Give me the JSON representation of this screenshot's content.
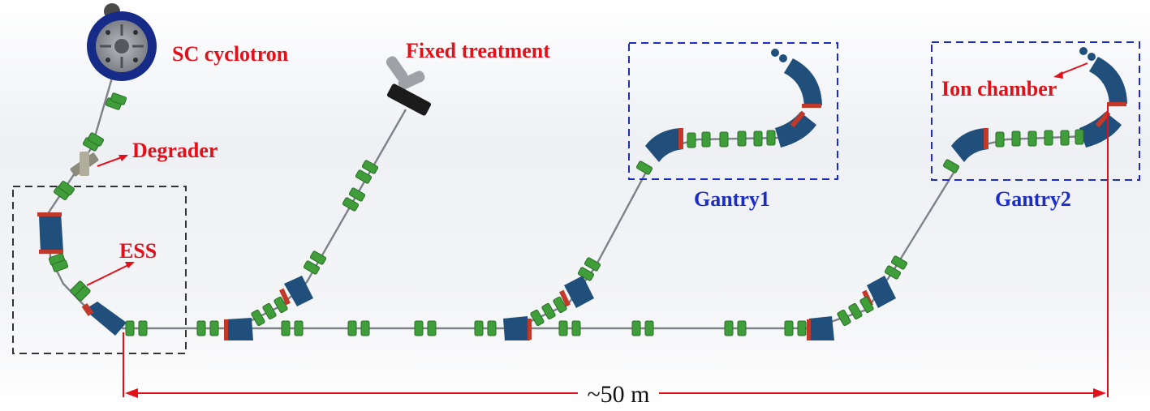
{
  "labels": {
    "cyclotron": "SC cyclotron",
    "degrader": "Degrader",
    "ess": "ESS",
    "fixed_treatment": "Fixed treatment",
    "gantry1": "Gantry1",
    "gantry2": "Gantry2",
    "ion_chamber": "Ion chamber",
    "distance": "~50 m"
  },
  "colors": {
    "label_red": "#e3101a",
    "label_blue": "#1a2dc9",
    "dipole": "#1f4f7a",
    "quadrupole": "#3f9e3a",
    "cyclotron_ring": "#162b88",
    "cyclotron_core": "#8e9297",
    "beam_pipe": "#7c8288",
    "dashed_box_black": "#333333",
    "dashed_box_blue": "#1a2dc9"
  },
  "icons": {
    "cyclotron": "cyclotron-icon",
    "degrader": "degrader-icon",
    "dipole": "dipole-magnet-icon",
    "quadrupole": "quadrupole-magnet-icon",
    "nozzle": "treatment-nozzle-icon"
  }
}
